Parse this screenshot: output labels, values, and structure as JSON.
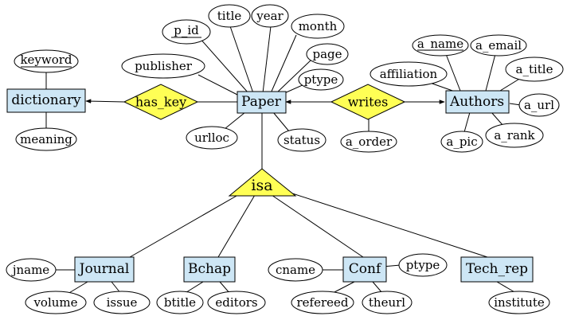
{
  "entities": {
    "paper": "Paper",
    "authors": "Authors",
    "dictionary": "dictionary",
    "journal": "Journal",
    "bchap": "Bchap",
    "conf": "Conf",
    "tech_rep": "Tech_rep"
  },
  "relationships": {
    "has_key": "has_key",
    "writes": "writes",
    "isa": "isa"
  },
  "attributes": {
    "p_id": "p_id",
    "title": "title",
    "year": "year",
    "month": "month",
    "page": "page",
    "ptype": "ptype",
    "publisher": "publisher",
    "urlloc": "urlloc",
    "status": "status",
    "keyword": "keyword",
    "meaning": "meaning",
    "a_order": "a_order",
    "a_name": "a_name",
    "a_email": "a_email",
    "affiliation": "affiliation",
    "a_title": "a_title",
    "a_url": "a_url",
    "a_pic": "a_pic",
    "a_rank": "a_rank",
    "jname": "jname",
    "volume": "volume",
    "issue": "issue",
    "btitle": "btitle",
    "editors": "editors",
    "cname": "cname",
    "conf_ptype": "ptype",
    "refereed": "refereed",
    "theurl": "theurl",
    "institute": "institute"
  },
  "colors": {
    "entity_fill": "#cde6f5",
    "relationship_fill": "#ffff55",
    "attribute_fill": "#ffffff"
  }
}
